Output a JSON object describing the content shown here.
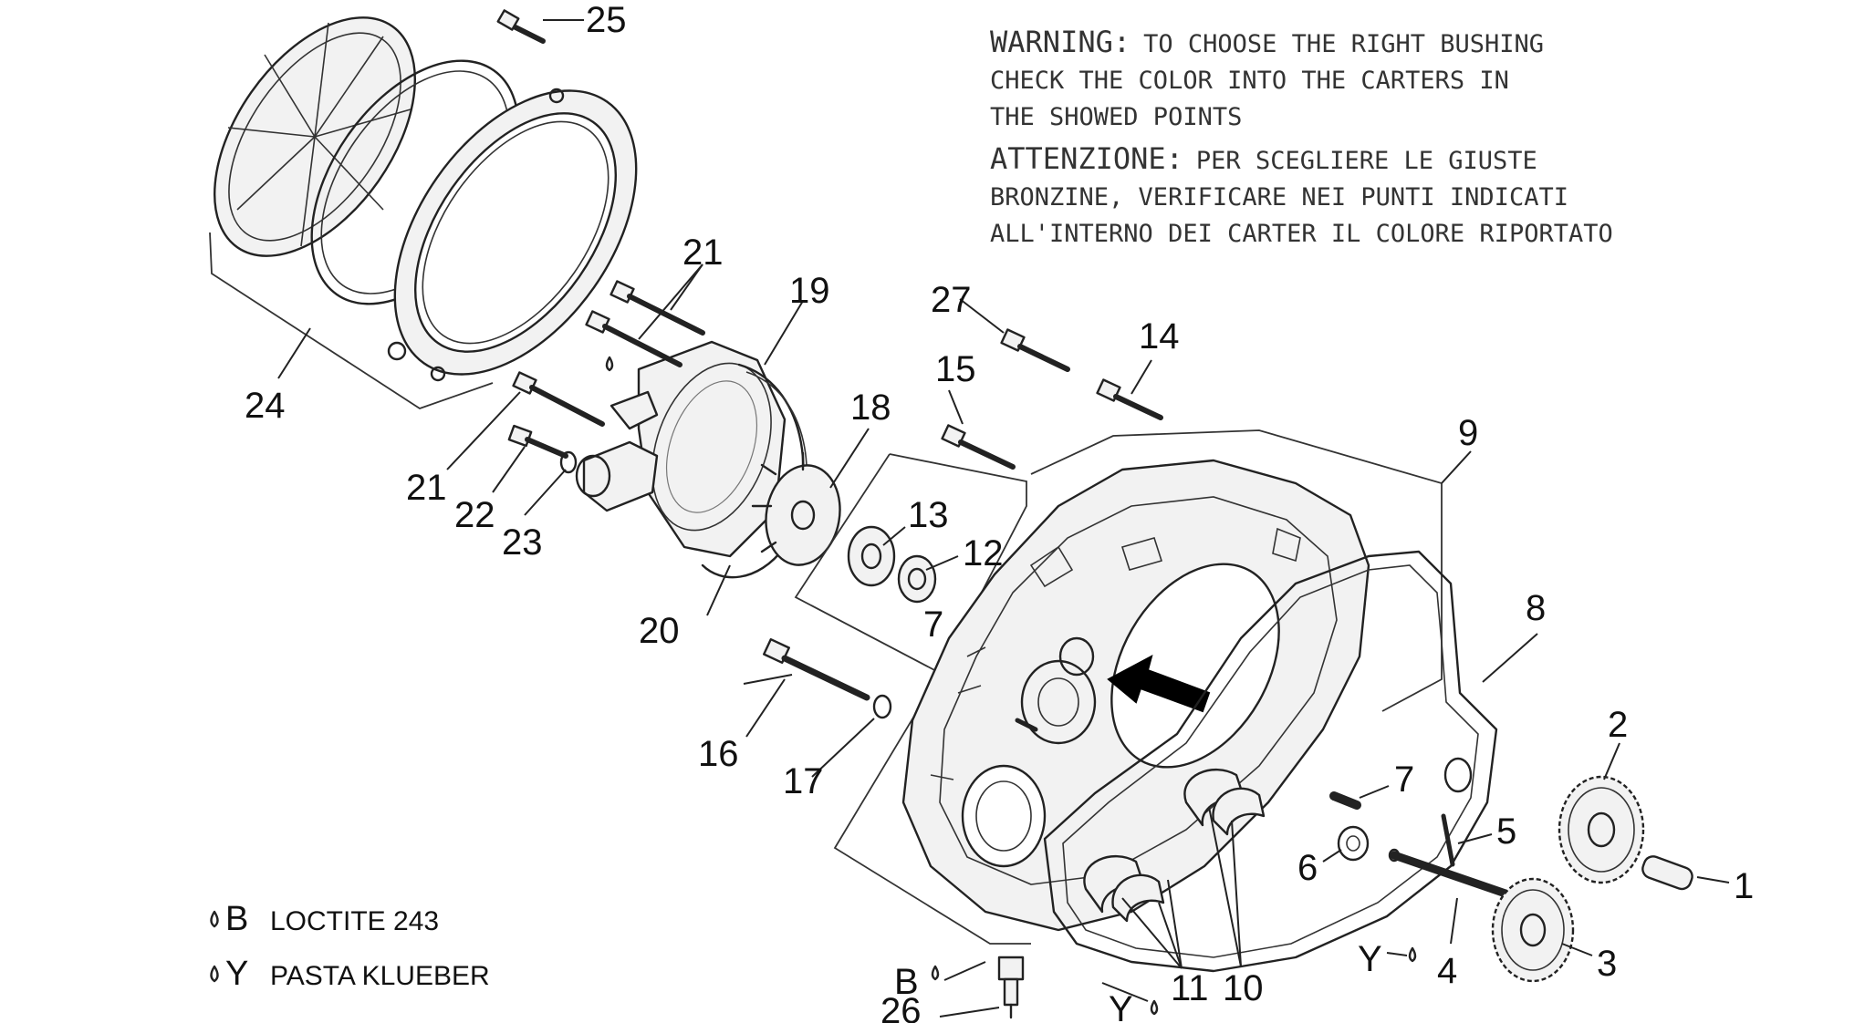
{
  "warning": {
    "en_lead": "WARNING:",
    "en_line1": "TO CHOOSE THE RIGHT BUSHING",
    "en_line2": "CHECK THE COLOR INTO THE CARTERS IN",
    "en_line3": "THE SHOWED POINTS",
    "it_lead": "ATTENZIONE:",
    "it_line1": "PER SCEGLIERE LE GIUSTE",
    "it_line2": "BRONZINE, VERIFICARE NEI PUNTI INDICATI",
    "it_line3": "ALL'INTERNO DEI CARTER IL COLORE RIPORTATO"
  },
  "legend": {
    "b_key": "B",
    "b_text": "LOCTITE 243",
    "y_key": "Y",
    "y_text": "PASTA KLUEBER"
  },
  "callouts": {
    "c1": "1",
    "c2": "2",
    "c3": "3",
    "c4": "4",
    "c5": "5",
    "c6": "6",
    "c7a": "7",
    "c7b": "7",
    "c8": "8",
    "c9": "9",
    "c10": "10",
    "c11": "11",
    "c12": "12",
    "c13": "13",
    "c14": "14",
    "c15": "15",
    "c16": "16",
    "c17": "17",
    "c18": "18",
    "c19": "19",
    "c20": "20",
    "c21a": "21",
    "c21b": "21",
    "c22": "22",
    "c23": "23",
    "c24": "24",
    "c25": "25",
    "c26": "26",
    "c27": "27"
  },
  "markers": {
    "b_mark": "B",
    "y_mark_a": "Y",
    "y_mark_b": "Y"
  }
}
